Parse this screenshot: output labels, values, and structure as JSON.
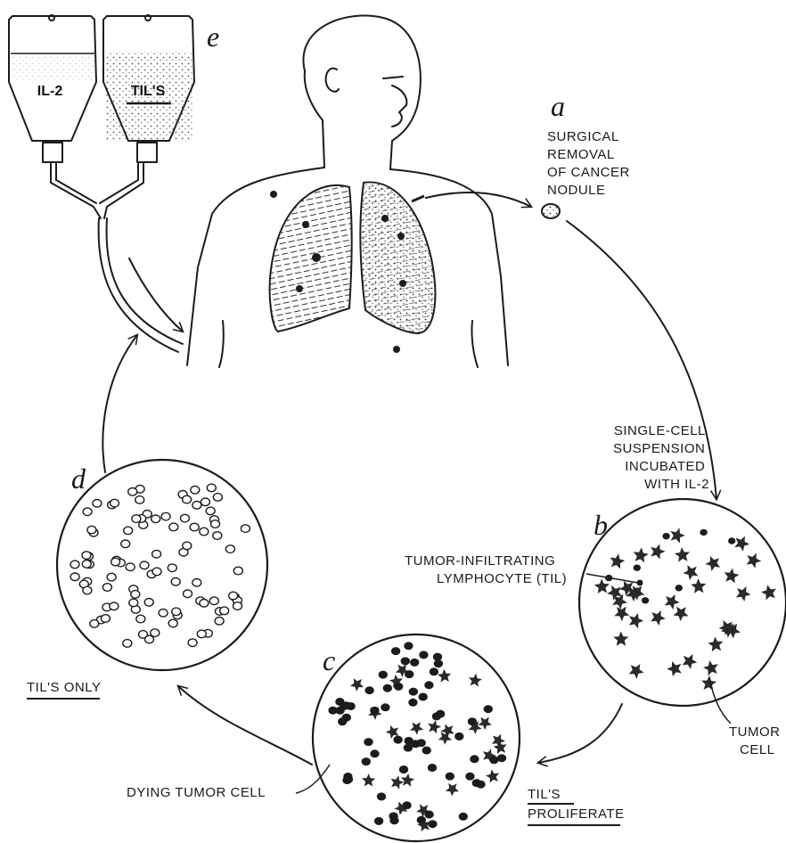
{
  "steps": {
    "a": "a",
    "b": "b",
    "c": "c",
    "d": "d",
    "e": "e"
  },
  "bags": {
    "left": "IL-2",
    "right": "TIL'S"
  },
  "labels": {
    "surgical": [
      "SURGICAL",
      "REMOVAL",
      "OF CANCER",
      "NODULE"
    ],
    "suspension": [
      "SINGLE-CELL",
      "SUSPENSION",
      "INCUBATED",
      "WITH IL-2"
    ],
    "til": [
      "TUMOR-INFILTRATING",
      "LYMPHOCYTE (TIL)"
    ],
    "tumor_cell": [
      "TUMOR",
      "CELL"
    ],
    "dying": "DYING TUMOR CELL",
    "proliferate": [
      "TIL'S",
      "PROLIFERATE"
    ],
    "tils_only": "TIL'S ONLY"
  }
}
